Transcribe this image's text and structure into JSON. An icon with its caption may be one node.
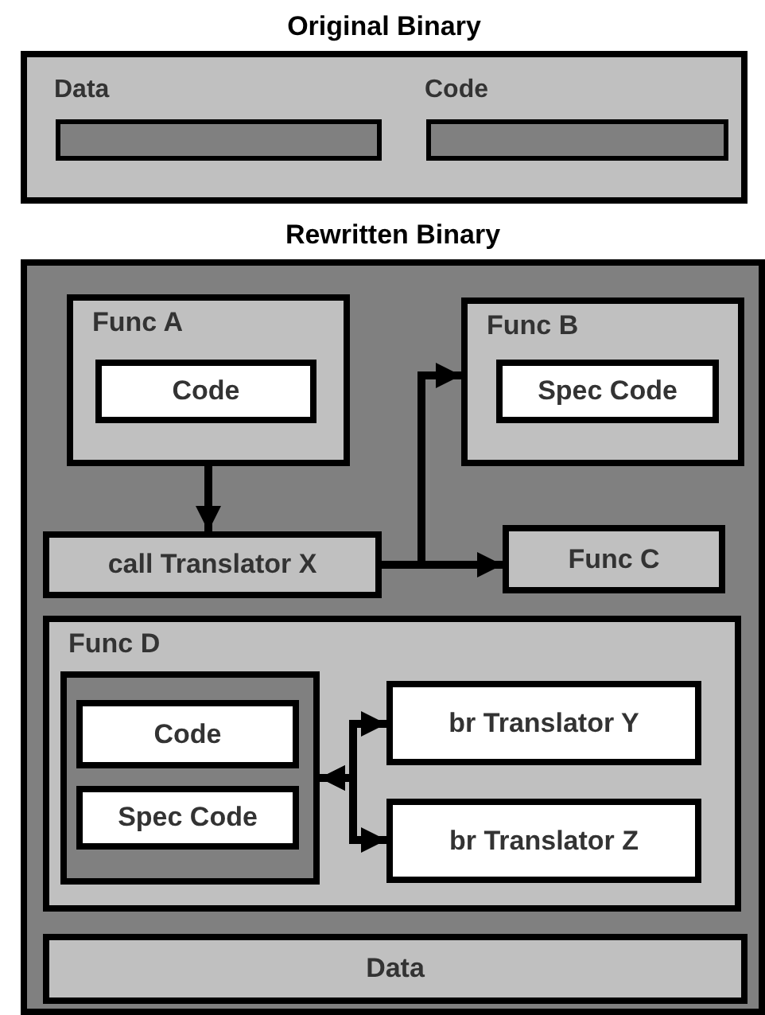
{
  "diagram": {
    "nodes": [
      {
        "text": [
          "Original Binary"
        ]
      },
      {
        "text": [
          "Data"
        ],
        "in": 0
      },
      {
        "text": [
          "Code"
        ],
        "in": 0
      },
      {
        "text": [
          "Rewritten  Binary"
        ]
      },
      {
        "text": [
          "Func A"
        ],
        "in": 3
      },
      {
        "text": [
          "Code"
        ],
        "in": 4
      },
      {
        "text": [
          "Func B"
        ],
        "in": 3
      },
      {
        "text": [
          "Spec Code"
        ],
        "in": 6
      },
      {
        "text": [
          "call Translator X"
        ],
        "in": 3
      },
      {
        "text": [
          "Func C"
        ],
        "in": 3
      },
      {
        "text": [
          "Func D"
        ],
        "in": 3
      },
      {
        "text": [],
        "shape": "box",
        "in": 10
      },
      {
        "text": [
          "Code"
        ],
        "in": 11
      },
      {
        "text": [
          "Spec Code"
        ],
        "in": 11
      },
      {
        "text": [
          "br Translator Y"
        ],
        "in": 10
      },
      {
        "text": [
          "br Translator Z"
        ],
        "in": 10
      },
      {
        "text": [
          "Data"
        ],
        "in": 3
      }
    ],
    "edges": [
      {
        "from": 4,
        "to": 8,
        "arrow": "to"
      },
      {
        "from": 8,
        "to": 6,
        "arrow": "to"
      },
      {
        "from": 8,
        "to": 9,
        "arrow": "to"
      },
      {
        "from": 11,
        "to": 14,
        "arrow": "both"
      },
      {
        "from": 11,
        "to": 15,
        "arrow": "both"
      }
    ]
  }
}
